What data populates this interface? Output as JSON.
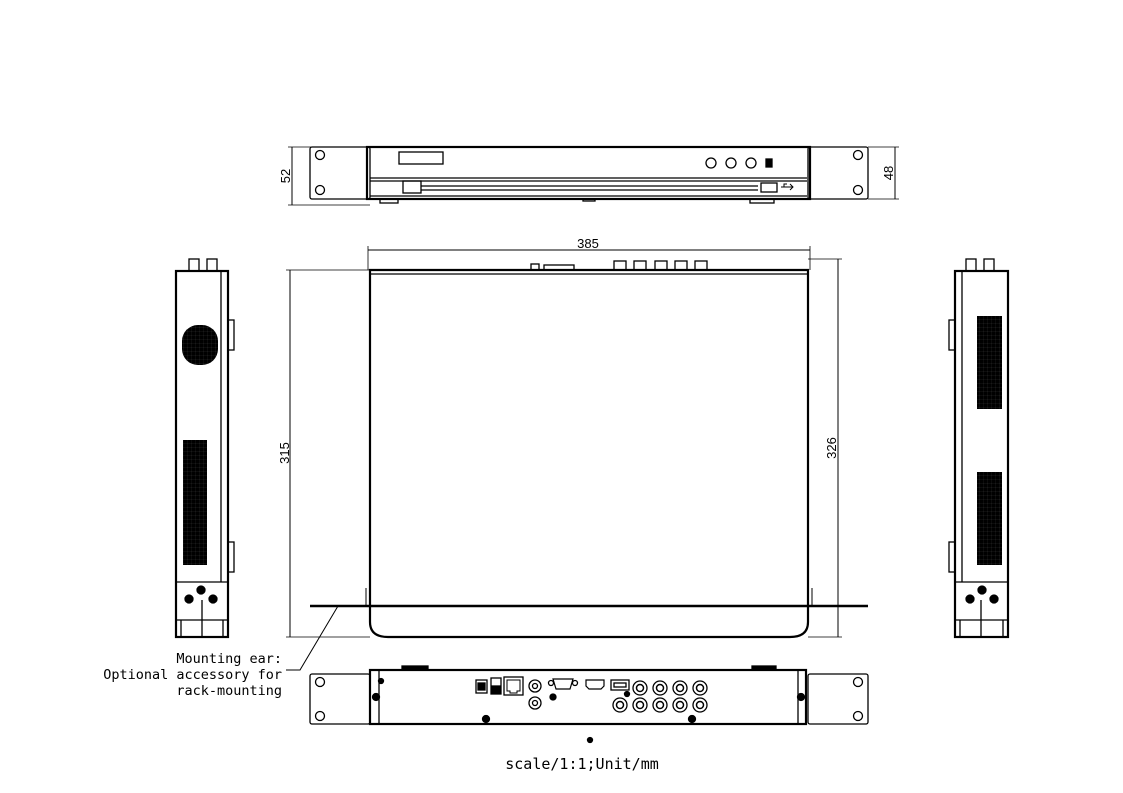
{
  "dimensions": {
    "front_outer_height": "52",
    "front_inner_height": "48",
    "top_width": "385",
    "top_depth": "315",
    "top_depth_overall": "326"
  },
  "callout": {
    "line1": "Mounting ear:",
    "line2": "Optional accessory for",
    "line3": "rack-mounting"
  },
  "caption": "scale/1:1;Unit/mm",
  "icons": {
    "usb": "usb-icon",
    "ethernet": "ethernet-port-icon",
    "vga": "vga-port-icon",
    "hdmi": "hdmi-port-icon",
    "bnc": "bnc-connector-icon"
  },
  "colors": {
    "line": "#000000",
    "background": "#ffffff"
  }
}
